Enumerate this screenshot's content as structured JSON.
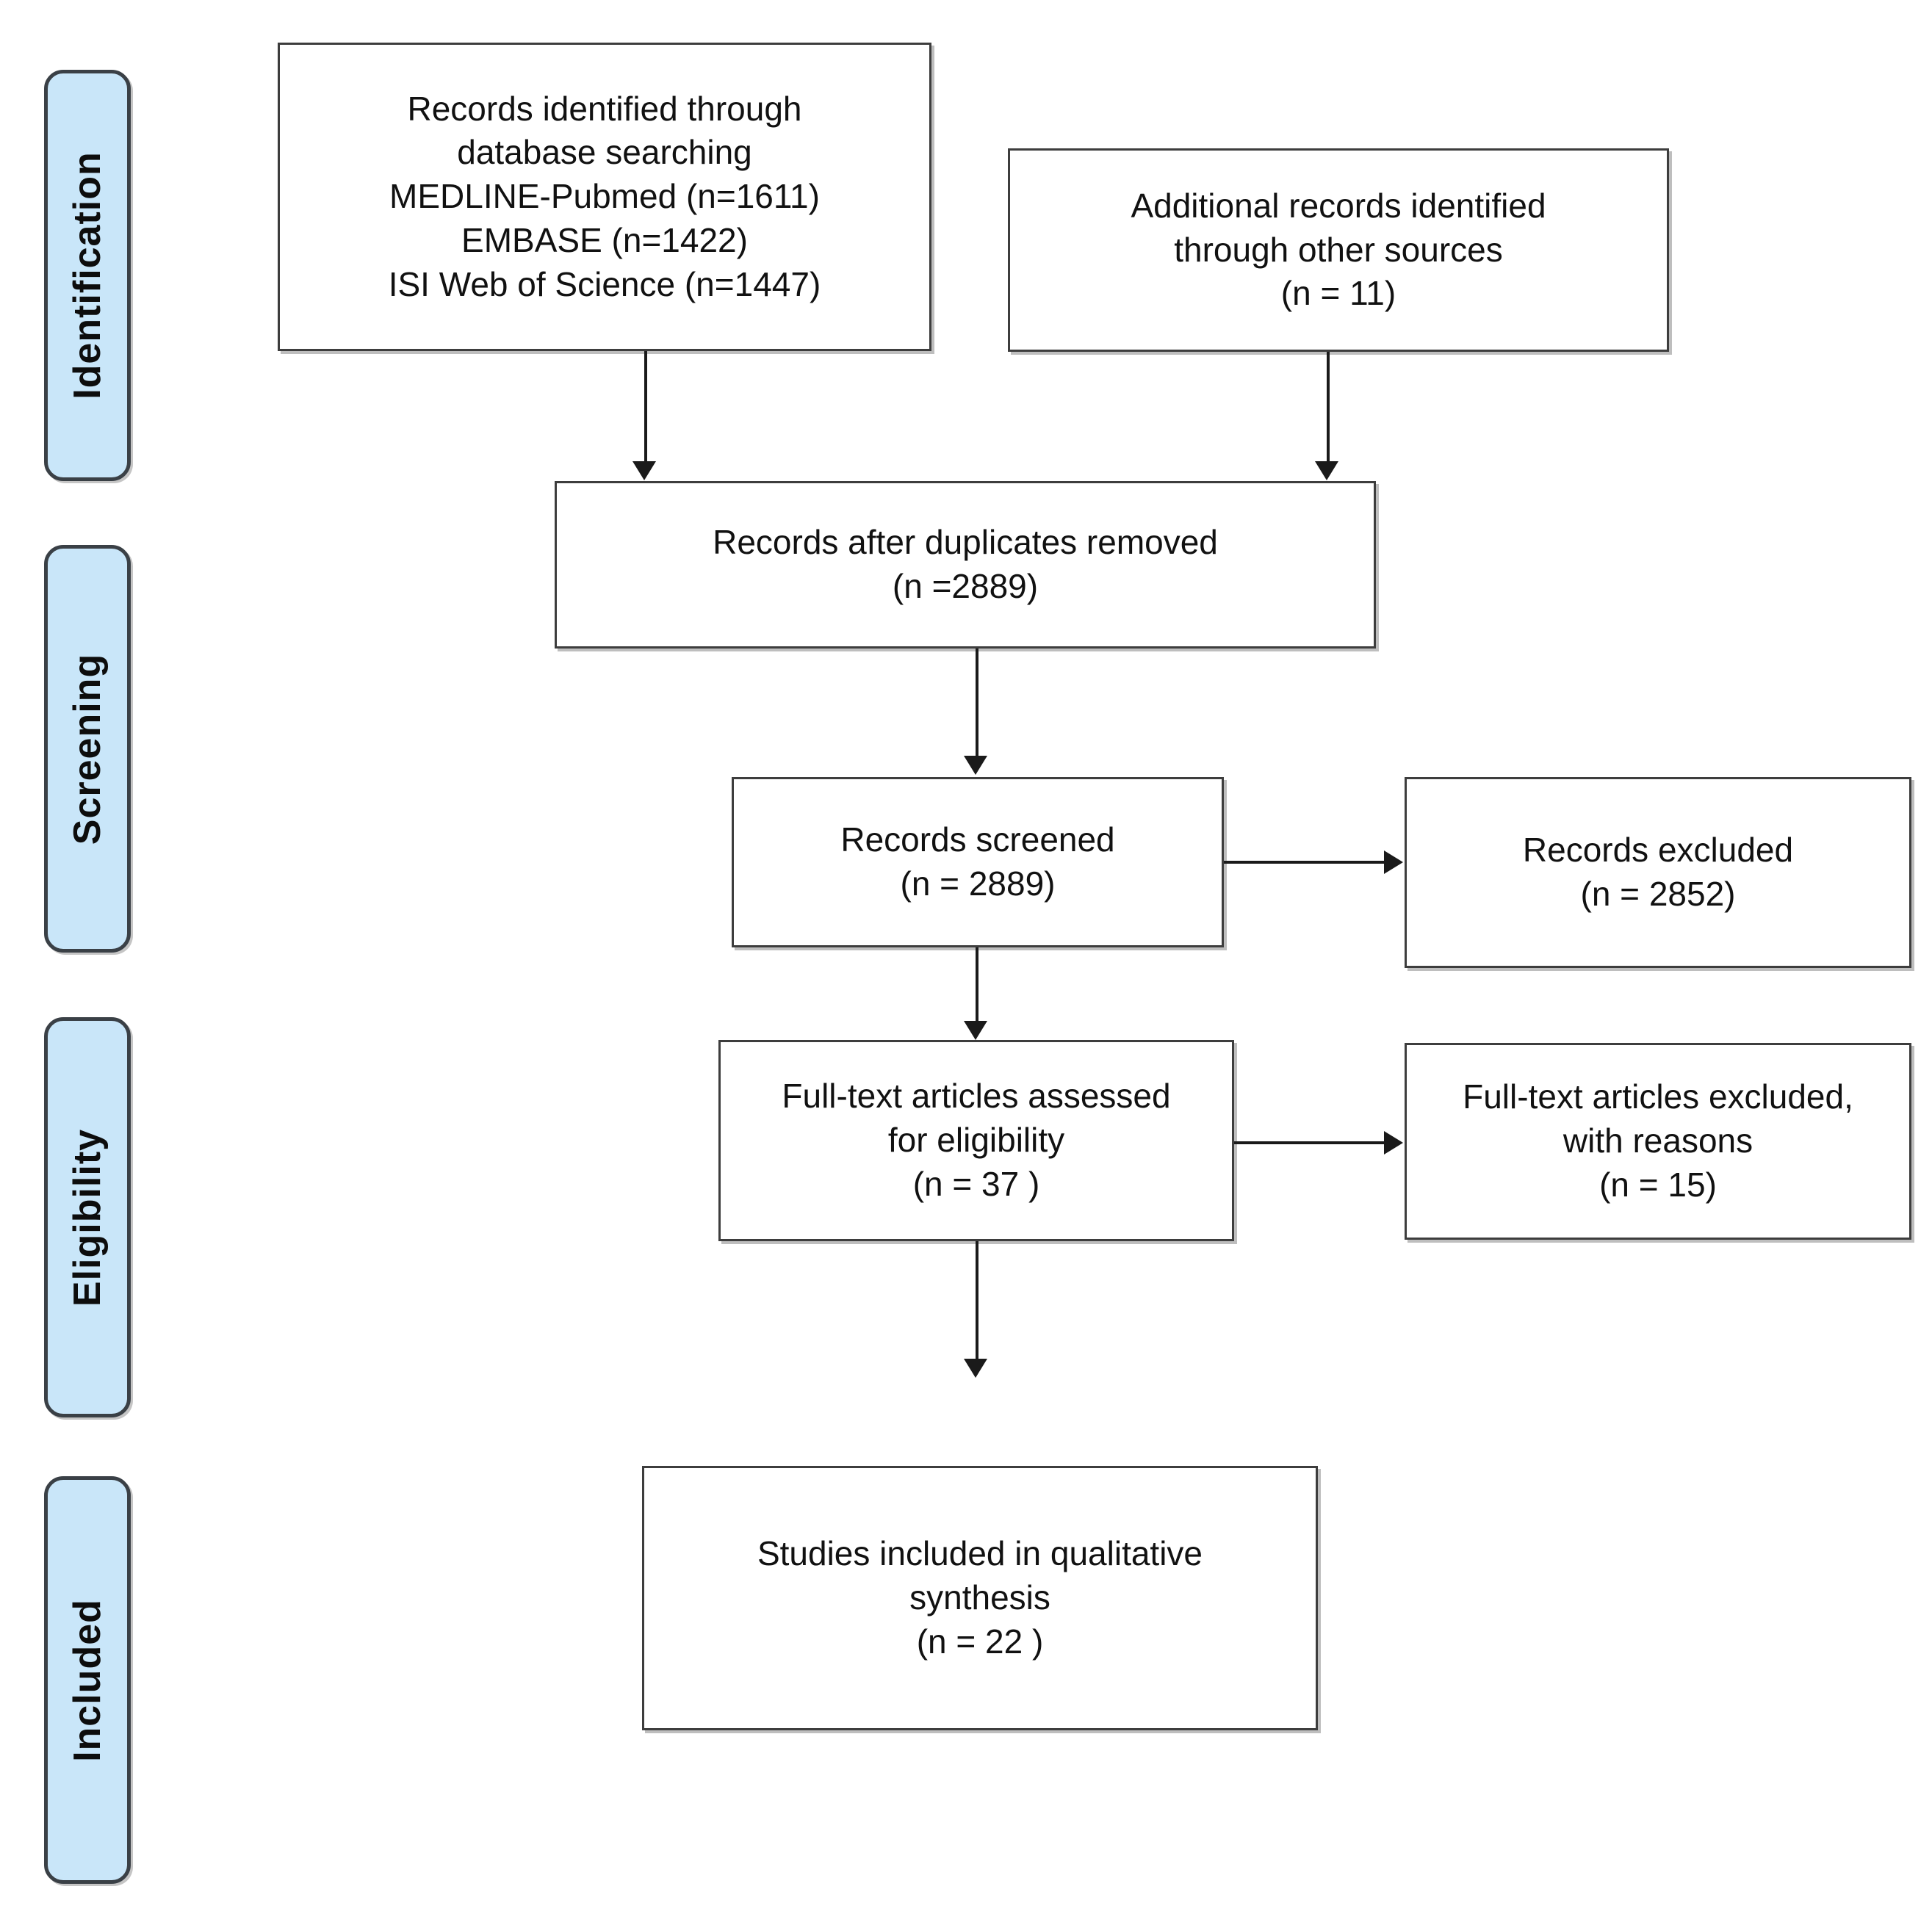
{
  "diagram": {
    "type": "prisma-flow-diagram",
    "stages": [
      {
        "id": "identification",
        "label": "Identification"
      },
      {
        "id": "screening",
        "label": "Screening"
      },
      {
        "id": "eligibility",
        "label": "Eligibility"
      },
      {
        "id": "included",
        "label": "Included"
      }
    ],
    "boxes": {
      "db_search": {
        "lines": [
          "Records identified through",
          "database searching",
          "MEDLINE-Pubmed (n=1611)",
          "EMBASE (n=1422)",
          "ISI Web of Science (n=1447)"
        ]
      },
      "other_sources": {
        "lines": [
          "Additional records identified",
          "through other sources",
          "(n = 11)"
        ]
      },
      "after_duplicates": {
        "lines": [
          "Records after duplicates removed",
          "(n =2889)"
        ]
      },
      "screened": {
        "lines": [
          "Records screened",
          "(n = 2889)"
        ]
      },
      "records_excluded": {
        "lines": [
          "Records excluded",
          "(n = 2852)"
        ]
      },
      "fulltext_assessed": {
        "lines": [
          "Full-text articles assessed",
          "for eligibility",
          "(n = 37 )"
        ]
      },
      "fulltext_excluded": {
        "lines": [
          "Full-text articles excluded,",
          "with reasons",
          "(n = 15)"
        ]
      },
      "qualitative_synthesis": {
        "lines": [
          "Studies included in qualitative",
          "synthesis",
          "(n = 22 )"
        ]
      }
    },
    "counts": {
      "medline_pubmed": 1611,
      "embase": 1422,
      "isi_web_of_science": 1447,
      "other_sources": 11,
      "after_duplicates": 2889,
      "screened": 2889,
      "records_excluded": 2852,
      "fulltext_assessed": 37,
      "fulltext_excluded": 15,
      "included_qualitative": 22
    },
    "colors": {
      "stage_fill": "#c9e6f9",
      "stage_border": "#3a4046",
      "box_border": "#3d3d3d",
      "box_fill": "#ffffff",
      "connector": "#1a1a1a",
      "text": "#111111",
      "background": "#ffffff"
    }
  }
}
